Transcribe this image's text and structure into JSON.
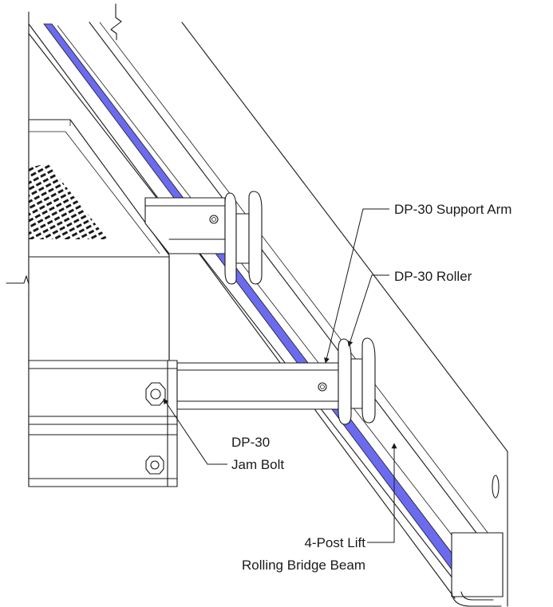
{
  "callouts": {
    "support_arm": "DP-30 Support Arm",
    "roller": "DP-30 Roller",
    "jam_bolt_line1": "DP-30",
    "jam_bolt_line2": "Jam Bolt",
    "bridge_beam_line1": "4-Post Lift",
    "bridge_beam_line2": "Rolling Bridge Beam"
  },
  "colors": {
    "accent_strip": "#6b6bf0",
    "line": "#1a1a1a"
  }
}
